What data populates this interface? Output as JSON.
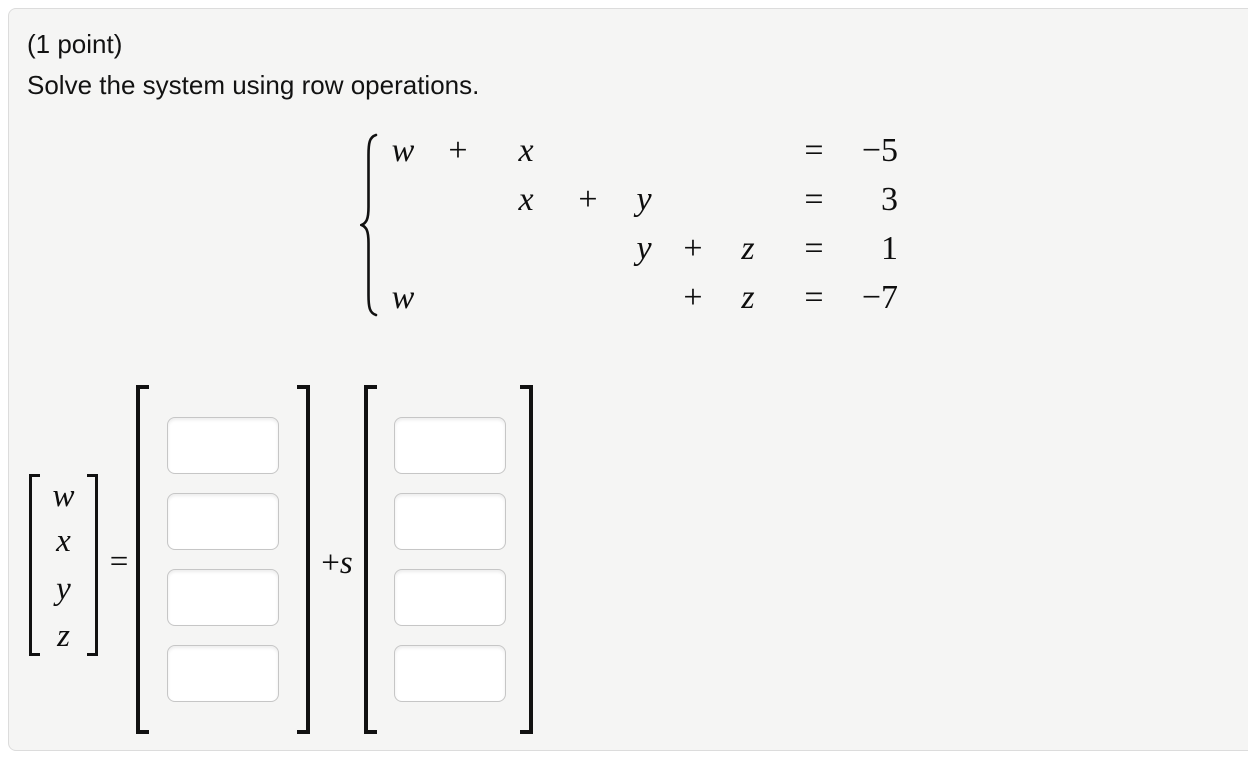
{
  "header": {
    "points": "(1 point)",
    "prompt": "Solve the system using row operations."
  },
  "system": {
    "equations_text": [
      "w + x = −5",
      "x + y = 3",
      "y + z = 1",
      "w + z = −7"
    ],
    "rows": [
      {
        "cells": [
          "w",
          "+",
          "x",
          "",
          "",
          "",
          "",
          "=",
          "−5"
        ]
      },
      {
        "cells": [
          "",
          "",
          "x",
          "+",
          "y",
          "",
          "",
          "=",
          "3"
        ]
      },
      {
        "cells": [
          "",
          "",
          "",
          "",
          "y",
          "+",
          "z",
          "=",
          "1"
        ]
      },
      {
        "cells": [
          "w",
          "",
          "",
          "",
          "",
          "+",
          "z",
          "=",
          "−7"
        ]
      }
    ]
  },
  "solution": {
    "vector_entries": [
      "w",
      "x",
      "y",
      "z"
    ],
    "equals": "=",
    "plus": "+",
    "parameter": "s",
    "matrix1_inputs": [
      "",
      "",
      "",
      ""
    ],
    "matrix2_inputs": [
      "",
      "",
      "",
      ""
    ]
  },
  "colors": {
    "panel_bg": "#f5f5f4",
    "panel_border": "#dcdcdc",
    "text": "#121212",
    "input_border": "#c6c6c6",
    "input_bg": "#ffffff"
  }
}
